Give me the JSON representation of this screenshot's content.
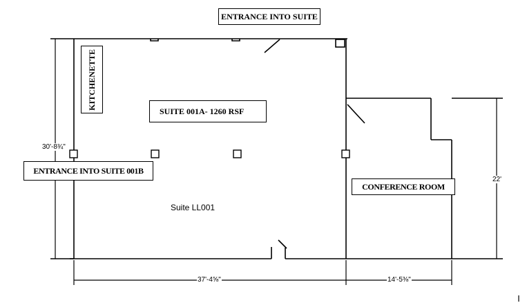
{
  "plan": {
    "labels": {
      "entrance_suite": "ENTRANCE INTO SUITE",
      "kitchenette": "KITCHENETTE",
      "suite_001a": "SUITE   001A- 1260 RSF",
      "entrance_001b": "ENTRANCE INTO SUITE 001B",
      "conference_room": "CONFERENCE ROOM",
      "suite_ll001": "Suite  LL001"
    },
    "dimensions": {
      "left_height": "30'-8¾\"",
      "right_height": "22'",
      "bottom_left_width": "37'-4⅝\"",
      "bottom_right_width": "14'-5⅜\""
    }
  },
  "colors": {
    "line": "#000000",
    "background": "#ffffff"
  }
}
